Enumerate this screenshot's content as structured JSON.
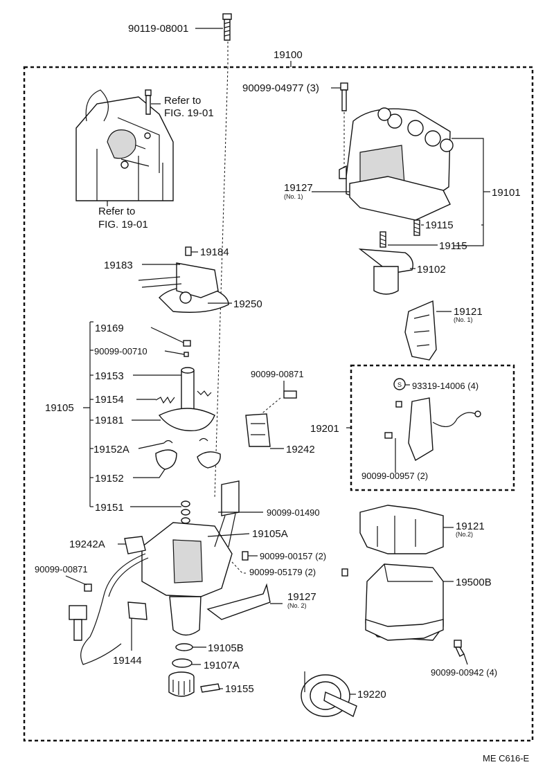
{
  "labels": {
    "bolt_top": "90119-08001",
    "assembly": "19100",
    "screw_cap": "90099-04977 (3)",
    "refer_upper_1": "Refer to",
    "refer_upper_2": "FIG. 19-01",
    "refer_lower_1": "Refer to",
    "refer_lower_2": "FIG. 19-01",
    "gasket_no1": "19127",
    "gasket_no1_sub": "(No. 1)",
    "cap_assy": "19101",
    "spring_1": "19115",
    "spring_2": "19115",
    "rotor": "19102",
    "screw_19184": "19184",
    "p19183": "19183",
    "p19250": "19250",
    "cover_no1": "19121",
    "cover_no1_sub": "(No. 1)",
    "p19169": "19169",
    "screw_00710": "90099-00710",
    "p19153": "19153",
    "screw_00871_mid": "90099-00871",
    "p19105": "19105",
    "p19154": "19154",
    "p19181": "19181",
    "p19201": "19201",
    "clip_14006": "93319-14006 (4)",
    "p19242": "19242",
    "p19152A": "19152A",
    "p19152": "19152",
    "screw_00957": "90099-00957 (2)",
    "p19151": "19151",
    "screw_01490": "90099-01490",
    "p19105A": "19105A",
    "p19242A": "19242A",
    "cover_no2": "19121",
    "cover_no2_sub": "(No.2)",
    "screw_00157": "90099-00157 (2)",
    "screw_00871_left": "90099-00871",
    "screw_05179": "90099-05179 (2)",
    "p19500B": "19500B",
    "gasket_no2": "19127",
    "gasket_no2_sub": "(No. 2)",
    "p19105B": "19105B",
    "p19144": "19144",
    "p19107A": "19107A",
    "screw_00942": "90099-00942 (4)",
    "p19155": "19155",
    "p19220": "19220",
    "circled_s": "S",
    "fig_code": "ME C616-E"
  },
  "icons": {
    "cap": "distributor-cap-icon",
    "rotor": "rotor-icon",
    "housing": "distributor-housing-icon",
    "vacuum": "vacuum-advance-icon"
  }
}
